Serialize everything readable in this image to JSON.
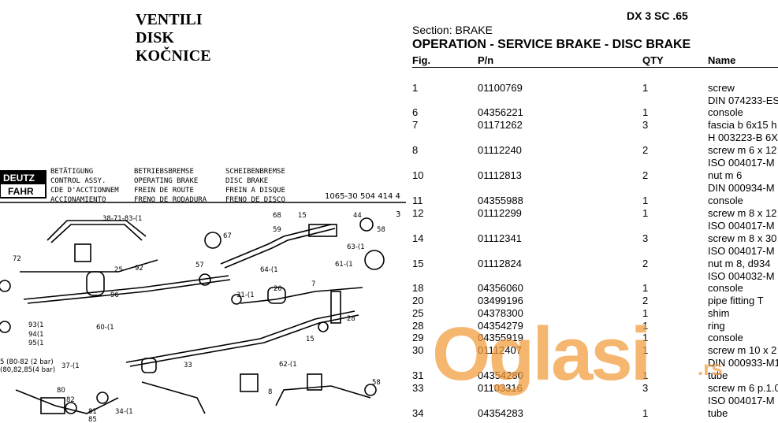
{
  "title_lines": [
    "VENTILI",
    "DISK",
    "KOČNICE"
  ],
  "model": "DX 3 SC .65",
  "section": "Section: BRAKE",
  "heading": "OPERATION - SERVICE BRAKE - DISC BRAKE",
  "columns": {
    "fig": "Fig.",
    "pn": "P/n",
    "qty": "QTY",
    "name": "Name"
  },
  "rows": [
    {
      "fig": "1",
      "pn": "01100769",
      "qty": "1",
      "name": "screw"
    },
    {
      "fig": "",
      "pn": "",
      "qty": "",
      "name": "DIN 074233-ES"
    },
    {
      "fig": "6",
      "pn": "04356221",
      "qty": "1",
      "name": "console"
    },
    {
      "fig": "7",
      "pn": "01171262",
      "qty": "3",
      "name": "fascia b 6x15 h"
    },
    {
      "fig": "",
      "pn": "",
      "qty": "",
      "name": "H 003223-B 6X"
    },
    {
      "fig": "8",
      "pn": "01112240",
      "qty": "2",
      "name": "screw m 6 x 12"
    },
    {
      "fig": "",
      "pn": "",
      "qty": "",
      "name": "ISO 004017-M"
    },
    {
      "fig": "10",
      "pn": "01112813",
      "qty": "2",
      "name": "nut m 6"
    },
    {
      "fig": "",
      "pn": "",
      "qty": "",
      "name": "DIN 000934-M"
    },
    {
      "fig": "11",
      "pn": "04355988",
      "qty": "1",
      "name": "console"
    },
    {
      "fig": "12",
      "pn": "01112299",
      "qty": "1",
      "name": "screw m 8 x 12"
    },
    {
      "fig": "",
      "pn": "",
      "qty": "",
      "name": "ISO 004017-M"
    },
    {
      "fig": "14",
      "pn": "01112341",
      "qty": "3",
      "name": "screw m 8 x 30"
    },
    {
      "fig": "",
      "pn": "",
      "qty": "",
      "name": "ISO 004017-M"
    },
    {
      "fig": "15",
      "pn": "01112824",
      "qty": "2",
      "name": "nut m 8, d934"
    },
    {
      "fig": "",
      "pn": "",
      "qty": "",
      "name": "ISO 004032-M"
    },
    {
      "fig": "18",
      "pn": "04356060",
      "qty": "1",
      "name": "console"
    },
    {
      "fig": "20",
      "pn": "03499196",
      "qty": "2",
      "name": "pipe fitting T"
    },
    {
      "fig": "25",
      "pn": "04378300",
      "qty": "1",
      "name": "shim"
    },
    {
      "fig": "28",
      "pn": "04354279",
      "qty": "1",
      "name": "ring"
    },
    {
      "fig": "29",
      "pn": "04355919",
      "qty": "1",
      "name": "console"
    },
    {
      "fig": "30",
      "pn": "01112407",
      "qty": "1",
      "name": "screw m 10 x 2"
    },
    {
      "fig": "",
      "pn": "",
      "qty": "",
      "name": "DIN 000933-M1"
    },
    {
      "fig": "31",
      "pn": "04354280",
      "qty": "1",
      "name": "tube"
    },
    {
      "fig": "33",
      "pn": "01103316",
      "qty": "3",
      "name": "screw m 6 p.1.0"
    },
    {
      "fig": "",
      "pn": "",
      "qty": "",
      "name": "ISO 004017-M"
    },
    {
      "fig": "34",
      "pn": "04354283",
      "qty": "1",
      "name": "tube"
    }
  ],
  "diagram": {
    "header_cols": [
      [
        "BETÄTIGUNG",
        "CONTROL ASSY.",
        "CDE D'ACCTIONNEM",
        "ACCIONAMIENTO"
      ],
      [
        "BETRIEBSBREMSE",
        "OPERATING BRAKE",
        "FREIN DE ROUTE",
        "FRENO DE RODADURA"
      ],
      [
        "SCHEIBENBREMSE",
        "DISC BRAKE",
        "FREIN A DISQUE",
        "FRENO DE DISCO"
      ]
    ],
    "logo_top": "DEUTZ",
    "logo_bottom": "FAHR",
    "code": "1065-30  504 414 4",
    "page": "3",
    "labels": [
      "38-71-83-(1",
      "68",
      "15",
      "59",
      "44",
      "58",
      "67",
      "63-(1",
      "61-(1",
      "57",
      "72",
      "25",
      "92",
      "96",
      "64-(1",
      "31-(1",
      "20",
      "7",
      "28",
      "93(1",
      "94(1",
      "95(1",
      "60-(1",
      "33",
      "15",
      "37-(1",
      "62-(1",
      "5 (80-82 (2 bar)",
      "(80,82,85(4 bar)",
      "80",
      "82",
      "81",
      "85",
      "34-(1",
      "8",
      "58"
    ]
  },
  "watermark": "Oglasi",
  "watermark_suffix": ".rs",
  "colors": {
    "watermark": "#f29a3a"
  }
}
